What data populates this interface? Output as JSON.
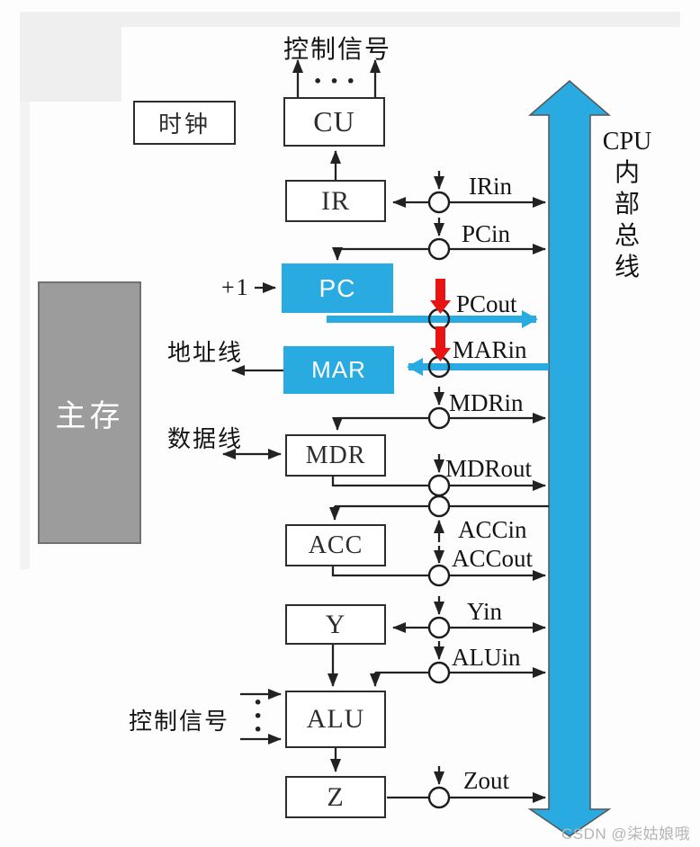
{
  "colors": {
    "accent_cyan": "#29abe2",
    "signal_red": "#e81313",
    "memory_gray": "#9c9c9c",
    "line_black": "#222222"
  },
  "boxes": {
    "clock": "时钟",
    "cu": "CU",
    "ir": "IR",
    "pc": "PC",
    "mar": "MAR",
    "mdr": "MDR",
    "acc": "ACC",
    "y": "Y",
    "alu": "ALU",
    "z": "Z",
    "main_memory": "主存"
  },
  "signals": {
    "irin": "IRin",
    "pcin": "PCin",
    "pcout": "PCout",
    "marin": "MARin",
    "mdrin": "MDRin",
    "mdrout": "MDRout",
    "accin": "ACCin",
    "accout": "ACCout",
    "yin": "Yin",
    "aluin": "ALUin",
    "zout": "Zout"
  },
  "labels": {
    "control_signal_top": "控制信号",
    "control_signal_alu": "控制信号",
    "plus_one": "+1",
    "address_line": "地址线",
    "data_line": "数据线",
    "bus_label": "CPU\n内\n部\n总\n线",
    "ellipsis_horizontal": "···",
    "ellipsis_vertical": "·\n·\n·"
  },
  "watermark": "CSDN @柒姑娘哦"
}
